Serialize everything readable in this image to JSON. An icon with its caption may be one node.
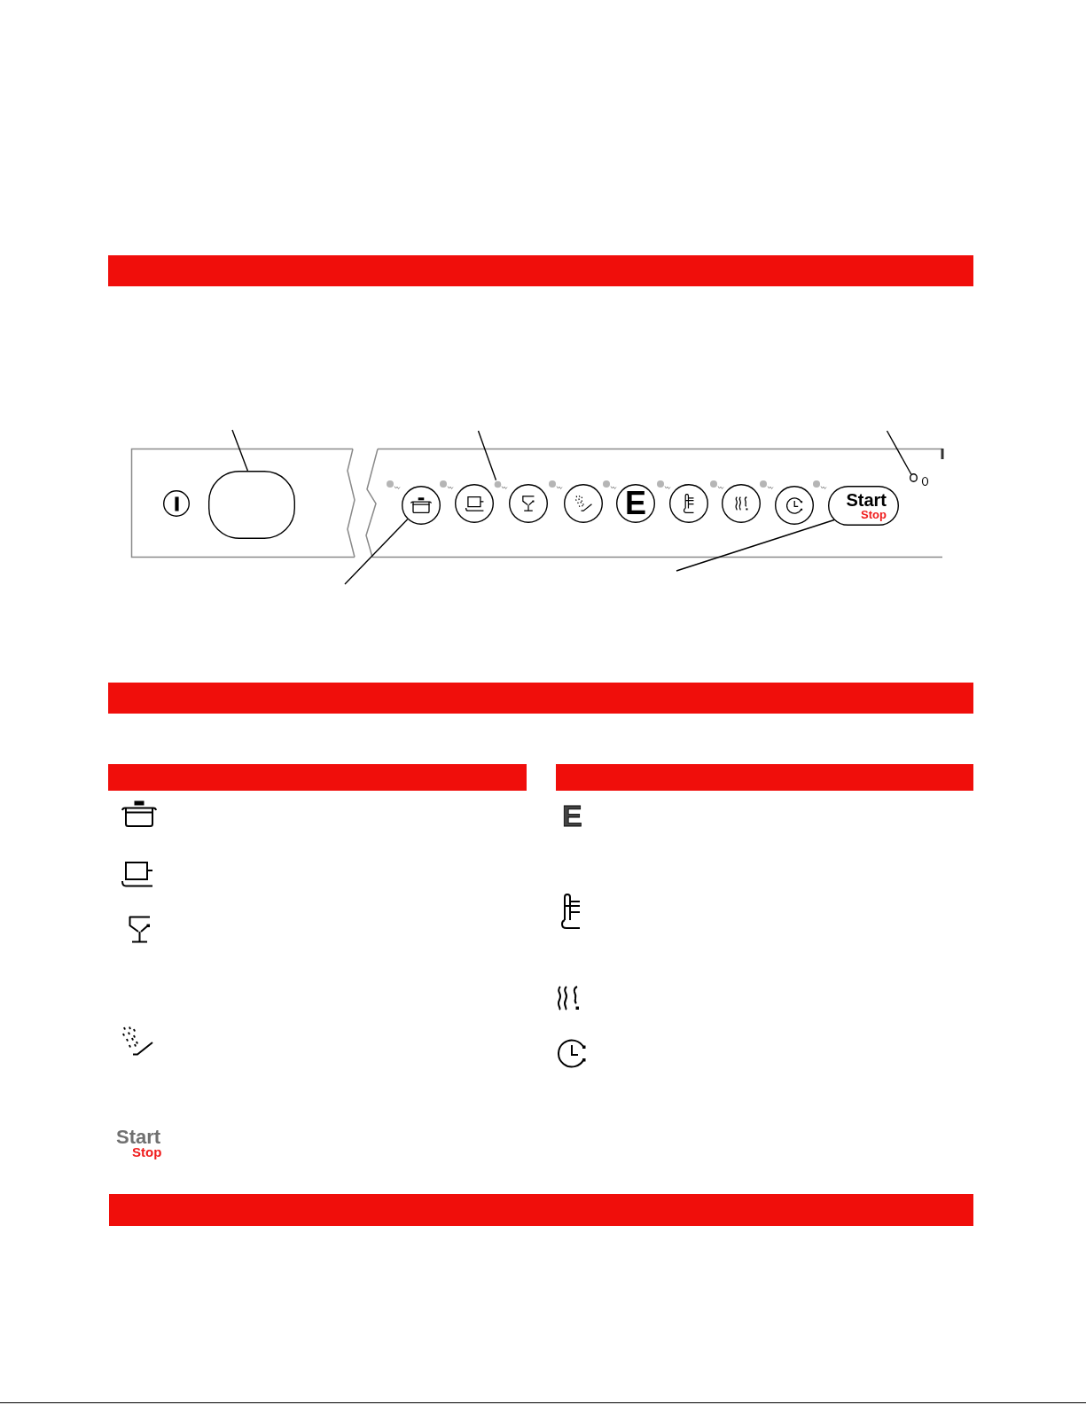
{
  "diagram": {
    "nodes": [
      {
        "text": [],
        "shape": "circle"
      },
      {
        "text": [],
        "shape": "box"
      },
      {
        "text": [],
        "shape": "circle"
      },
      {
        "text": [],
        "shape": "circle"
      },
      {
        "text": [],
        "shape": "circle"
      },
      {
        "text": [],
        "shape": "circle"
      },
      {
        "text": [
          "E"
        ]
      },
      {
        "text": [],
        "shape": "circle"
      },
      {
        "text": [],
        "shape": "circle"
      },
      {
        "text": [],
        "shape": "circle"
      },
      {
        "text": [
          "Start",
          "Stop"
        ]
      },
      {
        "text": [],
        "shape": "circle"
      },
      {
        "text": [],
        "shape": "circle"
      }
    ],
    "edges": [
      {
        "from": null,
        "to": 1,
        "arrow": "none"
      },
      {
        "from": null,
        "to": 11,
        "arrow": "none"
      },
      {
        "from": null,
        "to": 12,
        "arrow": "none"
      },
      {
        "from": null,
        "to": 2,
        "arrow": "none"
      },
      {
        "from": null,
        "to": 10,
        "arrow": "none"
      }
    ],
    "labels": [
      "Start",
      "Stop",
      "E"
    ]
  }
}
